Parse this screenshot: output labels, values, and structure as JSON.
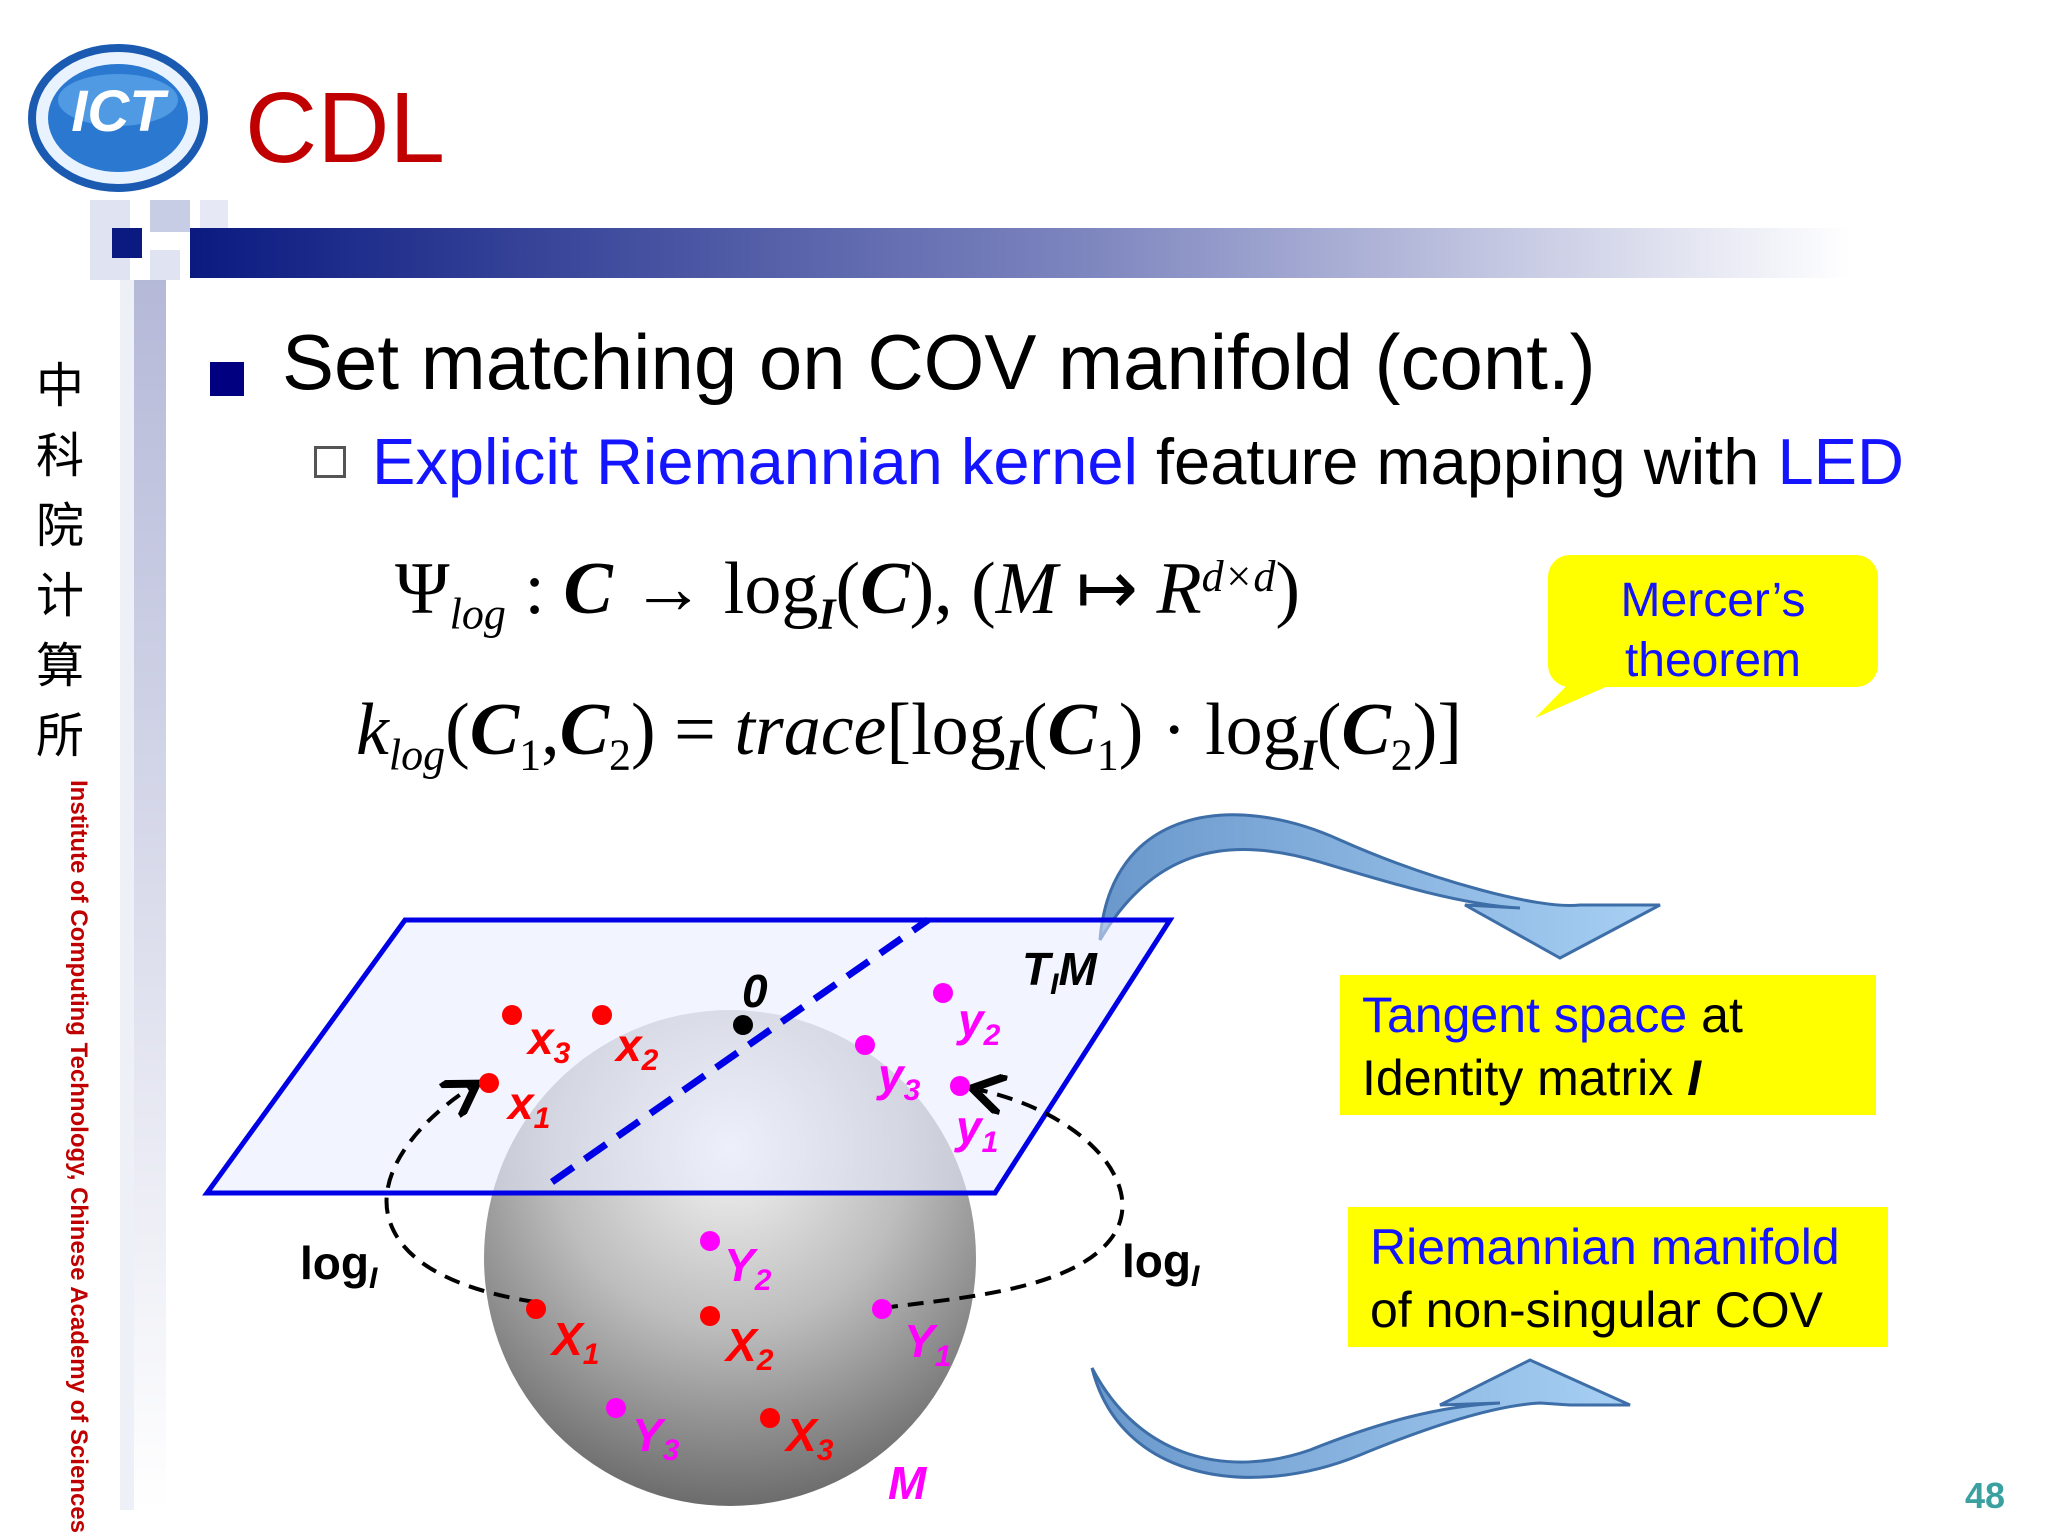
{
  "slide": {
    "title": "CDL",
    "logo_text": "ICT",
    "page_number": "48",
    "side_text": "Institute of Computing Technology, Chinese Academy of Sciences",
    "side_cjk": [
      "中",
      "科",
      "院",
      "计",
      "算",
      "所"
    ]
  },
  "bullets": {
    "level1": "Set matching on COV manifold (cont.)",
    "level2": {
      "part1": "Explicit Riemannian kernel",
      "part2": " feature mapping with ",
      "part3": "LED"
    }
  },
  "equations": {
    "eq1": {
      "psi": "Ψ",
      "psi_sub": "log",
      "colon": " : ",
      "c": "C",
      "arrow": " → ",
      "log": "log",
      "log_sub": "I",
      "paren_open": "(",
      "paren_close": "),",
      "domain_open": "  (",
      "manifold": "M",
      "mapsto": " ↦ ",
      "r": "R",
      "r_sup": "d×d",
      "domain_close": ")"
    },
    "eq2": {
      "k": "k",
      "k_sub": "log",
      "args_open": "(",
      "c1": "C",
      "c1_sub": "1",
      "comma": ",",
      "c2": "C",
      "c2_sub": "2",
      "args_close": ")",
      "equals": " = ",
      "trace": "trace",
      "bracket_open": "[",
      "log": "log",
      "log_sub": "I",
      "dot": " · ",
      "bracket_close": ")]"
    }
  },
  "callouts": {
    "mercer_line1": "Mercer’s",
    "mercer_line2": "theorem",
    "tangent_part1": "Tangent space",
    "tangent_part2": " at",
    "tangent_line2": "Identity matrix ",
    "tangent_italic": "I",
    "riemann_line1": "Riemannian manifold",
    "riemann_line2": "of non-singular COV"
  },
  "diagram": {
    "origin_label": "0",
    "plane_label": "T",
    "plane_label_sub": "I",
    "plane_label_tail": "M",
    "manifold_label": "M",
    "log_text": "log",
    "log_sub": "I",
    "tangent_points": {
      "x3": {
        "letter": "x",
        "sub": "3"
      },
      "x2": {
        "letter": "x",
        "sub": "2"
      },
      "x1": {
        "letter": "x",
        "sub": "1"
      },
      "y2": {
        "letter": "y",
        "sub": "2"
      },
      "y3": {
        "letter": "y",
        "sub": "3"
      },
      "y1": {
        "letter": "y",
        "sub": "1"
      }
    },
    "manifold_points": {
      "Y2": {
        "letter": "Y",
        "sub": "2"
      },
      "X1": {
        "letter": "X",
        "sub": "1"
      },
      "X2": {
        "letter": "X",
        "sub": "2"
      },
      "Y1": {
        "letter": "Y",
        "sub": "1"
      },
      "Y3": {
        "letter": "Y",
        "sub": "3"
      },
      "X3": {
        "letter": "X",
        "sub": "3"
      }
    },
    "colors": {
      "x_points": "#ff0000",
      "y_points": "#ff00ff",
      "plane_border": "#0000e6",
      "arrow_fill": "#7aaee0"
    }
  }
}
